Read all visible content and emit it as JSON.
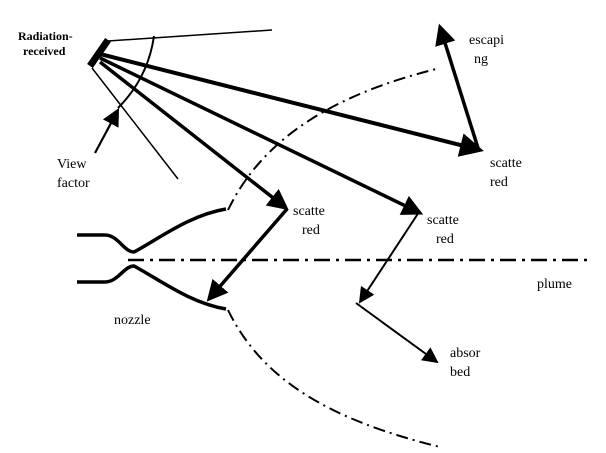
{
  "diagram": {
    "labels": {
      "radiation_received": [
        "Radiation-",
        "received"
      ],
      "escaping": [
        "escapi",
        "ng"
      ],
      "scattered_right": [
        "scatte",
        "red"
      ],
      "scattered_mid": [
        "scatte",
        "red"
      ],
      "scattered_left": [
        "scatte",
        "red"
      ],
      "view_factor": [
        "View",
        "factor"
      ],
      "plume": "plume",
      "nozzle": "nozzle",
      "absorbed": [
        "absor",
        "bed"
      ]
    }
  }
}
